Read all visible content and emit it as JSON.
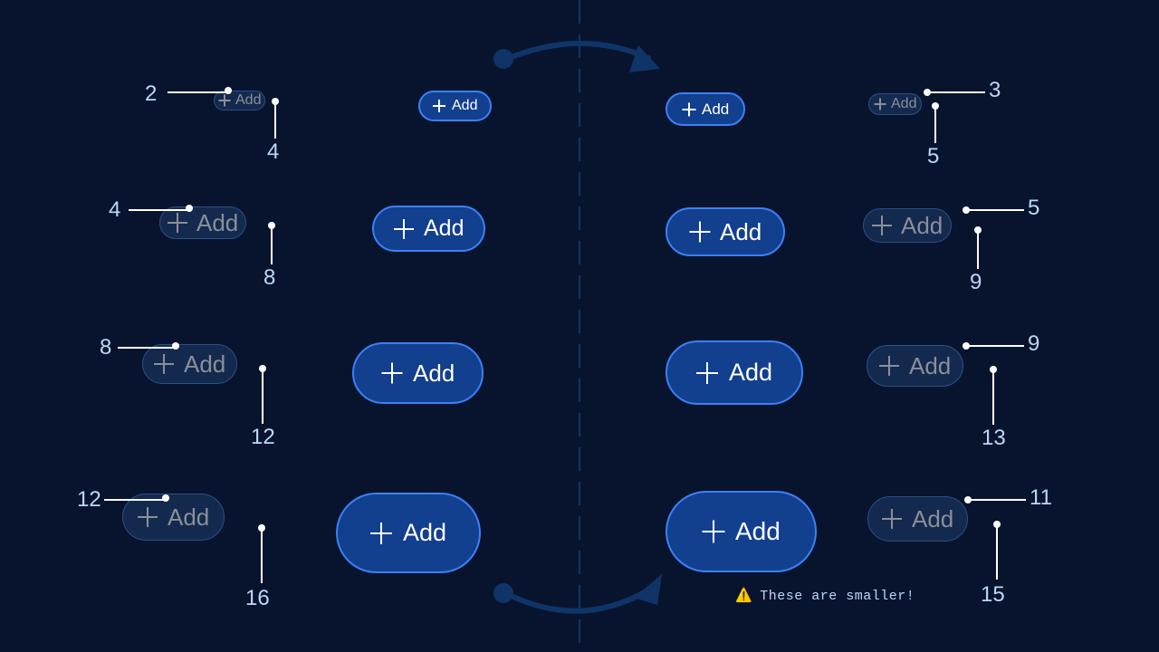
{
  "canvas": {
    "background": "#08142e",
    "divider_color": "#123365",
    "accent": "#3c81f6",
    "solid_fill": "#123f8e",
    "ghost_fill": "#14294e",
    "ghost_border": "#2a4f86",
    "ghost_text": "#8a8f99",
    "measure_text_color": "#bcd7f6",
    "measure_line_color": "#ffffff"
  },
  "button": {
    "label": "Add",
    "icon": "plus-icon"
  },
  "note": {
    "icon": "warning-triangle-icon",
    "icon_glyph": "⚠️",
    "text": "These are smaller!"
  },
  "arrows": [
    {
      "name": "arrow-top-left-to-right",
      "direction": "left-to-right-over"
    },
    {
      "name": "arrow-bottom-left-to-right",
      "direction": "left-to-right-under"
    }
  ],
  "rows": [
    {
      "name": "row-xs",
      "spec_left": {
        "pad_v": "2",
        "pad_h": "4"
      },
      "spec_right": {
        "pad_v": "3",
        "pad_h": "5"
      }
    },
    {
      "name": "row-sm",
      "spec_left": {
        "pad_v": "4",
        "pad_h": "8"
      },
      "spec_right": {
        "pad_v": "5",
        "pad_h": "9"
      }
    },
    {
      "name": "row-md",
      "spec_left": {
        "pad_v": "8",
        "pad_h": "12"
      },
      "spec_right": {
        "pad_v": "9",
        "pad_h": "13"
      }
    },
    {
      "name": "row-lg",
      "spec_left": {
        "pad_v": "12",
        "pad_h": "16"
      },
      "spec_right": {
        "pad_v": "11",
        "pad_h": "15"
      }
    }
  ]
}
